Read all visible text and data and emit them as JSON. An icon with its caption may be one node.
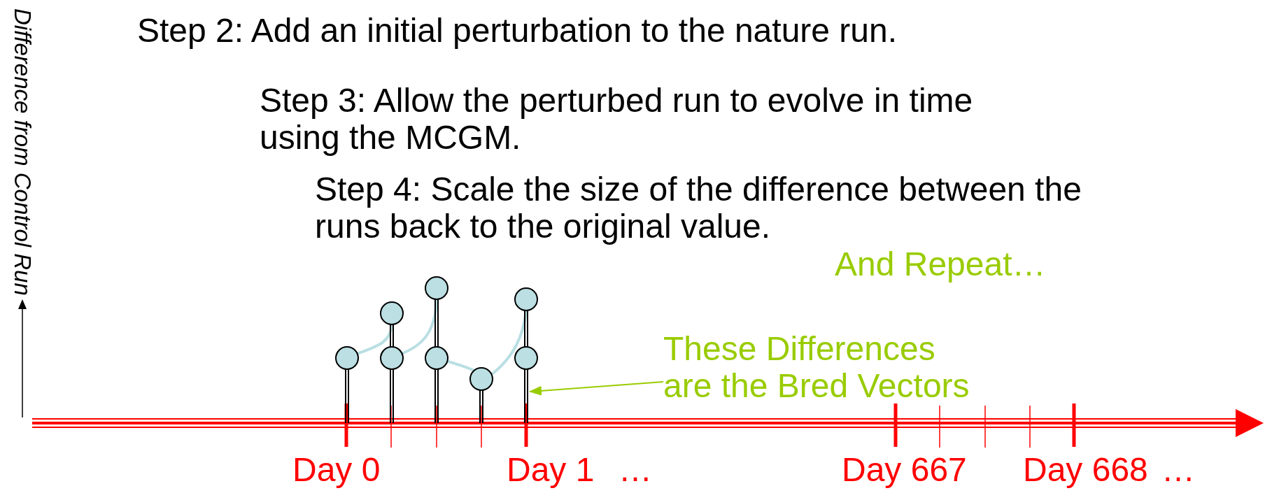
{
  "diagram": {
    "nodes": [
      {
        "text": [
          "These Differences are the Bred Vectors"
        ]
      },
      {
        "text": [],
        "shape": "bar"
      }
    ],
    "edges": [
      {
        "from": 0,
        "to": 1,
        "arrow": "to",
        "color": "#99cc00"
      }
    ],
    "labels": [
      "Difference from Control Run",
      "Step 2: Add an initial perturbation to the nature run.",
      "Step 3: Allow the perturbed run to evolve in time using the MCGM.",
      "Step 4: Scale the size of the difference between the runs back to the original value.",
      "And Repeat…",
      "Day 0",
      "Day 1",
      "…",
      "Day 667",
      "Day 668",
      "…"
    ]
  }
}
